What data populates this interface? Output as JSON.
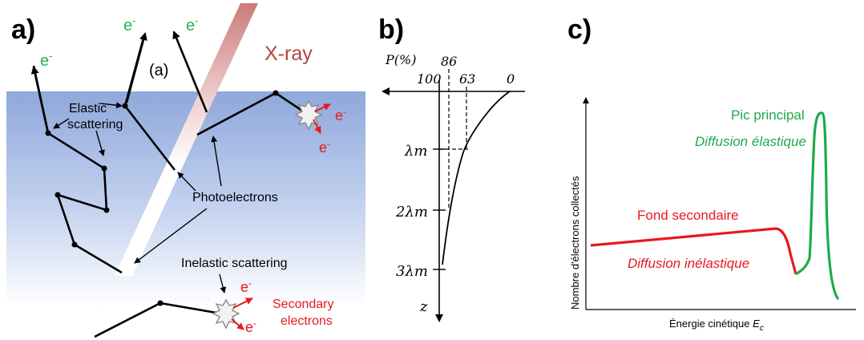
{
  "panels": {
    "a": {
      "label": "a)"
    },
    "b": {
      "label": "b)"
    },
    "c": {
      "label": "c)"
    }
  },
  "panel_a": {
    "electron_symbol": "e",
    "electron_superscript": "-",
    "path_label": "(a)",
    "xray_label": "X-ray",
    "elastic_label_line1": "Elastic",
    "elastic_label_line2": "scattering",
    "photoelectrons_label": "Photoelectrons",
    "inelastic_label": "Inelastic scattering",
    "secondary_line1": "Secondary",
    "secondary_line2": "electrons",
    "colors": {
      "green": "#2bb34a",
      "red": "#e8191e",
      "xray": "#b5433f",
      "surface_top": "#90a9d9"
    }
  },
  "panel_b": {
    "y_label": "P(%)",
    "ticks_top": [
      "100",
      "63",
      "0"
    ],
    "tick_86": "86",
    "depth_ticks": [
      "λm",
      "2λm",
      "3λm"
    ],
    "depth_axis_label": "z"
  },
  "panel_c": {
    "y_axis_label": "Nombre d'électrons collectés",
    "x_axis_label": "Énergie cinétique",
    "x_axis_symbol": "E",
    "x_axis_subscript": "c",
    "peak_label": "Pic principal",
    "peak_sublabel": "Diffusion élastique",
    "background_label": "Fond secondaire",
    "background_sublabel": "Diffusion inélastique",
    "colors": {
      "peak": "#1daa4b",
      "background": "#e8191e"
    }
  }
}
